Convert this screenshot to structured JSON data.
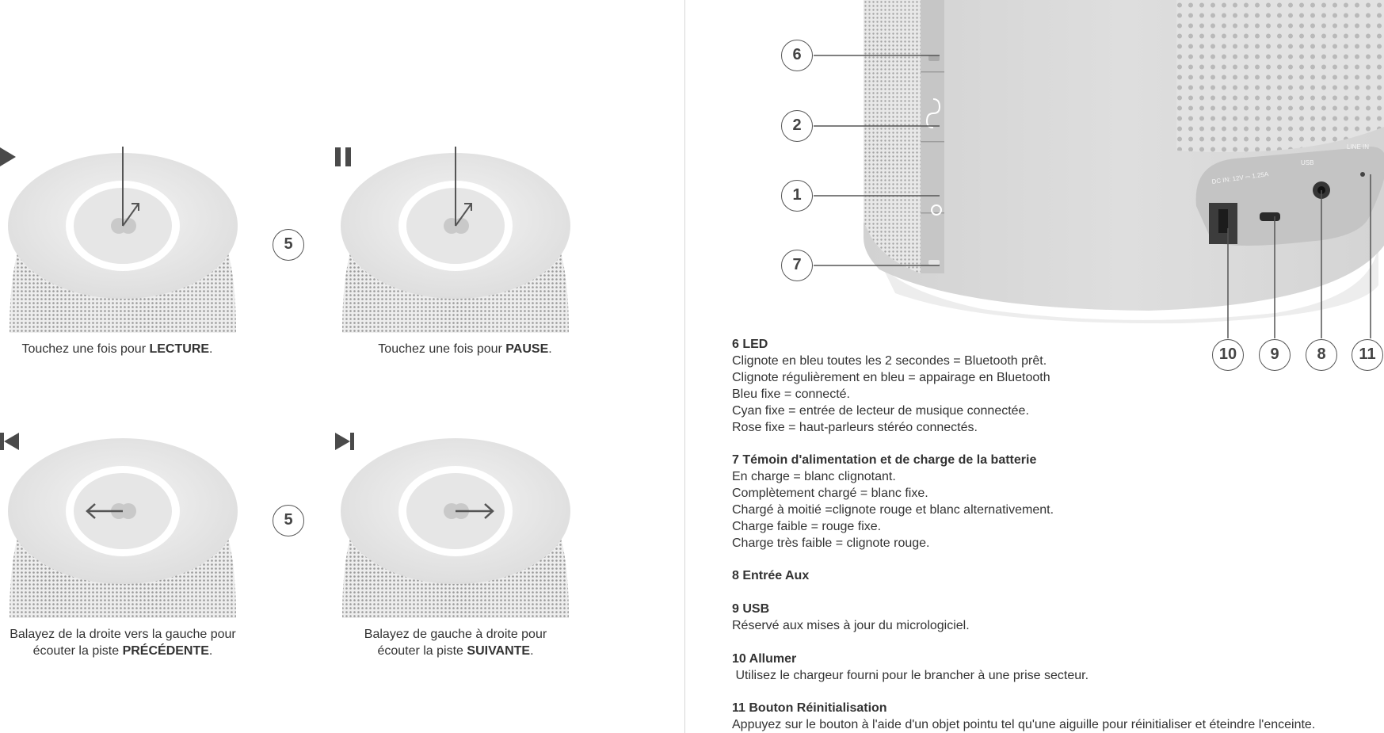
{
  "left": {
    "circle_numbers": [
      "5",
      "5"
    ],
    "captions": {
      "play": {
        "pre": "Touchez une fois pour ",
        "bold": "LECTURE",
        "post": "."
      },
      "pause": {
        "pre": "Touchez une fois pour ",
        "bold": "PAUSE",
        "post": "."
      },
      "previous": {
        "line1": "Balayez de la droite vers la gauche pour",
        "pre": "écouter la piste ",
        "bold": "PRÉCÉDENTE",
        "post": "."
      },
      "next": {
        "line1": "Balayez de gauche à droite pour",
        "pre": "écouter la piste ",
        "bold": "SUIVANTE",
        "post": "."
      }
    },
    "icons": [
      "play-icon",
      "pause-icon",
      "previous-track-icon",
      "next-track-icon"
    ]
  },
  "right": {
    "callouts_side": [
      "6",
      "2",
      "1",
      "7"
    ],
    "callouts_bottom": [
      "10",
      "9",
      "8",
      "11"
    ],
    "port_labels": {
      "dc": "DC IN: 12V ⎓ 1.25A",
      "usb": "USB",
      "line_in": "LINE IN"
    },
    "sections": [
      {
        "heading": "6  LED",
        "lines": [
          "Clignote en bleu toutes les 2 secondes = Bluetooth prêt.",
          "Clignote régulièrement en bleu = appairage en Bluetooth",
          "Bleu fixe = connecté.",
          "Cyan fixe = entrée de lecteur de musique connectée.",
          "Rose fixe = haut-parleurs stéréo connectés."
        ]
      },
      {
        "heading": "7  Témoin d'alimentation et de charge de la batterie",
        "lines": [
          "En charge = blanc clignotant.",
          "Complètement chargé = blanc fixe.",
          "Chargé à moitié =clignote rouge et blanc alternativement.",
          "Charge faible = rouge fixe.",
          "Charge très faible = clignote rouge."
        ]
      },
      {
        "heading": "8  Entrée Aux",
        "lines": []
      },
      {
        "heading": "9  USB",
        "lines": [
          "Réservé aux mises à jour du micrologiciel."
        ]
      },
      {
        "heading": "10  Allumer",
        "lines": [
          " Utilisez le chargeur fourni pour le brancher à une prise secteur."
        ]
      },
      {
        "heading": "11  Bouton Réinitialisation",
        "lines": [
          "Appuyez sur le bouton à l'aide d'un objet pointu tel qu'une aiguille pour réinitialiser et éteindre l'enceinte."
        ]
      }
    ]
  }
}
